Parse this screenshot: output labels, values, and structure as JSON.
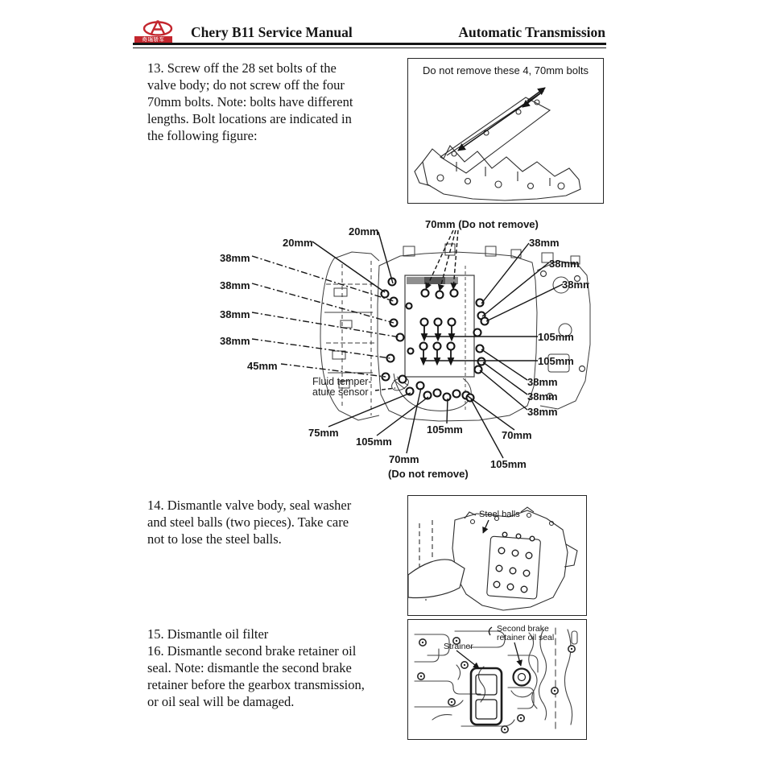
{
  "header": {
    "logo_text": "奇瑞轿车",
    "manual_title": "Chery B11 Service Manual",
    "section_title": "Automatic Transmission",
    "accent_color": "#c3262e"
  },
  "steps": {
    "step13_lines": [
      "13. Screw off the 28 set bolts of the",
      "valve body; do not screw off the four",
      "70mm bolts. Note: bolts have different",
      "lengths. Bolt locations are indicated in",
      "the following figure:"
    ],
    "step14_lines": [
      "14. Dismantle valve body, seal washer",
      "and steel balls (two pieces). Take care",
      "not to lose the steel balls."
    ],
    "step15_line": "15. Dismantle oil filter",
    "step16_lines": [
      "16. Dismantle second brake retainer oil",
      "seal. Note: dismantle the second brake",
      "retainer before the gearbox transmission,",
      "or oil seal will be damaged."
    ]
  },
  "figure1": {
    "caption": "Do not remove these 4, 70mm bolts"
  },
  "diagram": {
    "labels": [
      "20mm",
      "20mm",
      "70mm (Do not remove)",
      "38mm",
      "38mm",
      "38mm",
      "38mm",
      "38mm",
      "38mm",
      "38mm",
      "45mm",
      "105mm",
      "105mm",
      "38mm",
      "38mm",
      "38mm",
      "75mm",
      "105mm",
      "105mm",
      "70mm",
      "70mm",
      "(Do not remove)",
      "105mm"
    ],
    "sensor_label_lines": [
      "Fluid temper-",
      "ature sensor"
    ]
  },
  "figure2": {
    "label": "Steel balls"
  },
  "figure3": {
    "strainer_label": "Strainer",
    "seal_label_lines": [
      "Second brake",
      "retainer oil seal"
    ]
  }
}
